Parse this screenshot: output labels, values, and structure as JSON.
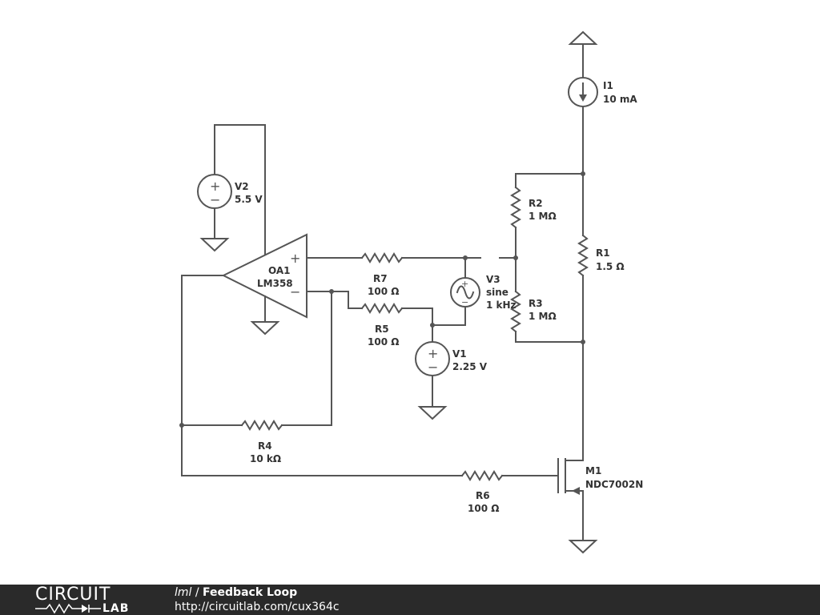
{
  "components": {
    "i1": {
      "name": "I1",
      "value": "10 mA"
    },
    "v2": {
      "name": "V2",
      "value": "5.5 V"
    },
    "oa1": {
      "name": "OA1",
      "value": "LM358"
    },
    "r7": {
      "name": "R7",
      "value": "100 Ω"
    },
    "r5": {
      "name": "R5",
      "value": "100 Ω"
    },
    "v3": {
      "name": "V3",
      "type": "sine",
      "value": "1 kHz"
    },
    "v1": {
      "name": "V1",
      "value": "2.25 V"
    },
    "r2": {
      "name": "R2",
      "value": "1 MΩ"
    },
    "r3": {
      "name": "R3",
      "value": "1 MΩ"
    },
    "r1": {
      "name": "R1",
      "value": "1.5 Ω"
    },
    "r4": {
      "name": "R4",
      "value": "10 kΩ"
    },
    "r6": {
      "name": "R6",
      "value": "100 Ω"
    },
    "m1": {
      "name": "M1",
      "value": "NDC7002N"
    }
  },
  "signs": {
    "plus": "+",
    "minus": "−"
  },
  "footer": {
    "logo_top": "CIRCUIT",
    "logo_bottom": "LAB",
    "user": "lml",
    "separator": " / ",
    "title": "Feedback Loop",
    "url": "http://circuitlab.com/cux364c"
  },
  "colors": {
    "wire": "#555555",
    "label": "#333333",
    "footer_bg": "#2a2a2a"
  }
}
